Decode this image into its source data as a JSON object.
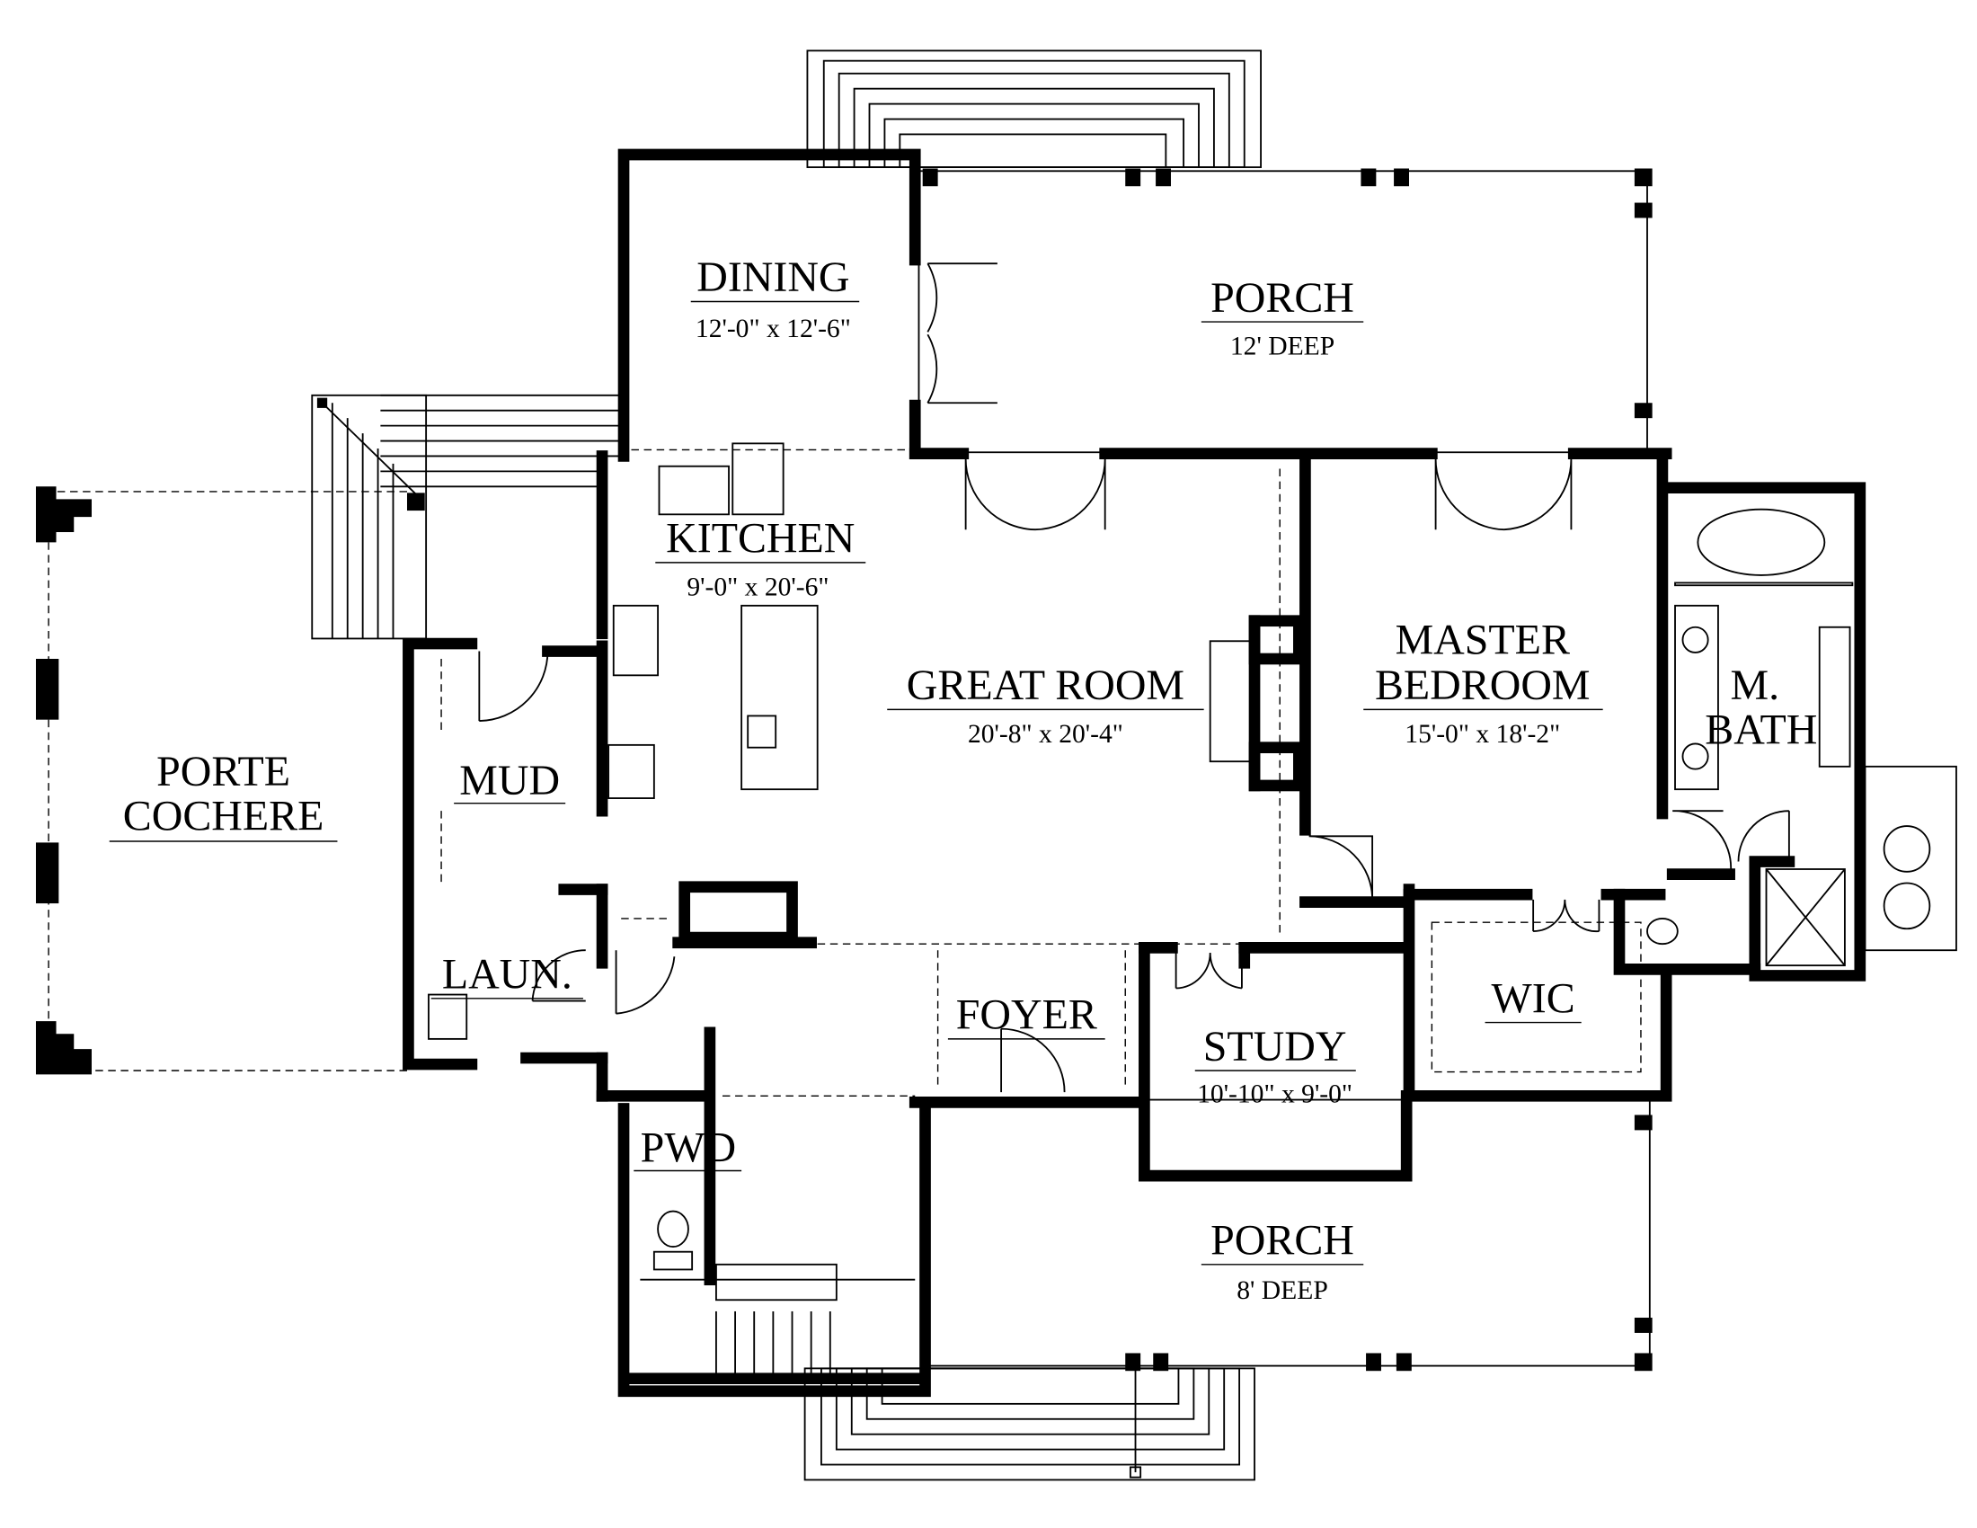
{
  "plan": {
    "rooms": {
      "dining": {
        "name": "DINING",
        "size": "12'-0\" x 12'-6\""
      },
      "rear_porch": {
        "name": "PORCH",
        "size": "12' DEEP"
      },
      "kitchen": {
        "name": "KITCHEN",
        "size": "9'-0\" x 20'-6\""
      },
      "great_room": {
        "name": "GREAT ROOM",
        "size": "20'-8\" x 20'-4\""
      },
      "master_bedroom": {
        "name_line1": "MASTER",
        "name_line2": "BEDROOM",
        "size": "15'-0\" x 18'-2\""
      },
      "master_bath": {
        "name_line1": "M.",
        "name_line2": "BATH"
      },
      "porte_cochere": {
        "name_line1": "PORTE",
        "name_line2": "COCHERE"
      },
      "mud": {
        "name": "MUD"
      },
      "laundry": {
        "name": "LAUN."
      },
      "foyer": {
        "name": "FOYER"
      },
      "study": {
        "name": "STUDY",
        "size": "10'-10\" x 9'-0\""
      },
      "wic": {
        "name": "WIC"
      },
      "powder": {
        "name": "PWD"
      },
      "front_porch": {
        "name": "PORCH",
        "size": "8' DEEP"
      }
    }
  }
}
